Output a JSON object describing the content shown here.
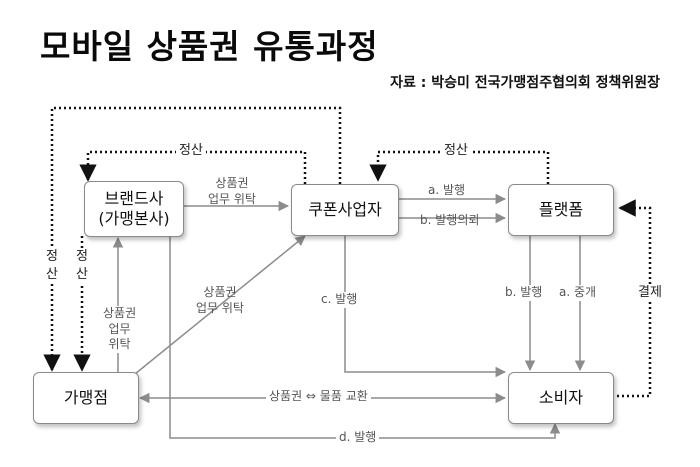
{
  "title": "모바일 상품권 유통과정",
  "source": "자료 : 박승미 전국가맹점주협의회 정책위원장",
  "nodes": {
    "brand_line1": "브랜드사",
    "brand_line2": "(가맹본사)",
    "coupon": "쿠폰사업자",
    "platform": "플랫폼",
    "franchise": "가맹점",
    "consumer": "소비자"
  },
  "edges": {
    "settle_top_left": "정산",
    "settle_top_right": "정산",
    "brand_to_coupon_1": "상품권",
    "brand_to_coupon_2": "업무 위탁",
    "coupon_to_platform_a": "a. 발행",
    "coupon_to_platform_b": "b. 발행의뢰",
    "franchise_to_coupon_1": "상품권",
    "franchise_to_coupon_2": "업무 위탁",
    "franchise_to_brand_1": "상품권",
    "franchise_to_brand_2": "업무",
    "franchise_to_brand_3": "위탁",
    "settle_left_outer_1": "정",
    "settle_left_outer_2": "산",
    "settle_left_inner_1": "정",
    "settle_left_inner_2": "산",
    "coupon_to_consumer": "c. 발행",
    "platform_b_issue": "b. 발행",
    "platform_a_broker": "a. 중개",
    "payment": "결제",
    "exchange": "상품권 ⇔ 물품 교환",
    "brand_to_consumer_d": "d. 발행"
  }
}
